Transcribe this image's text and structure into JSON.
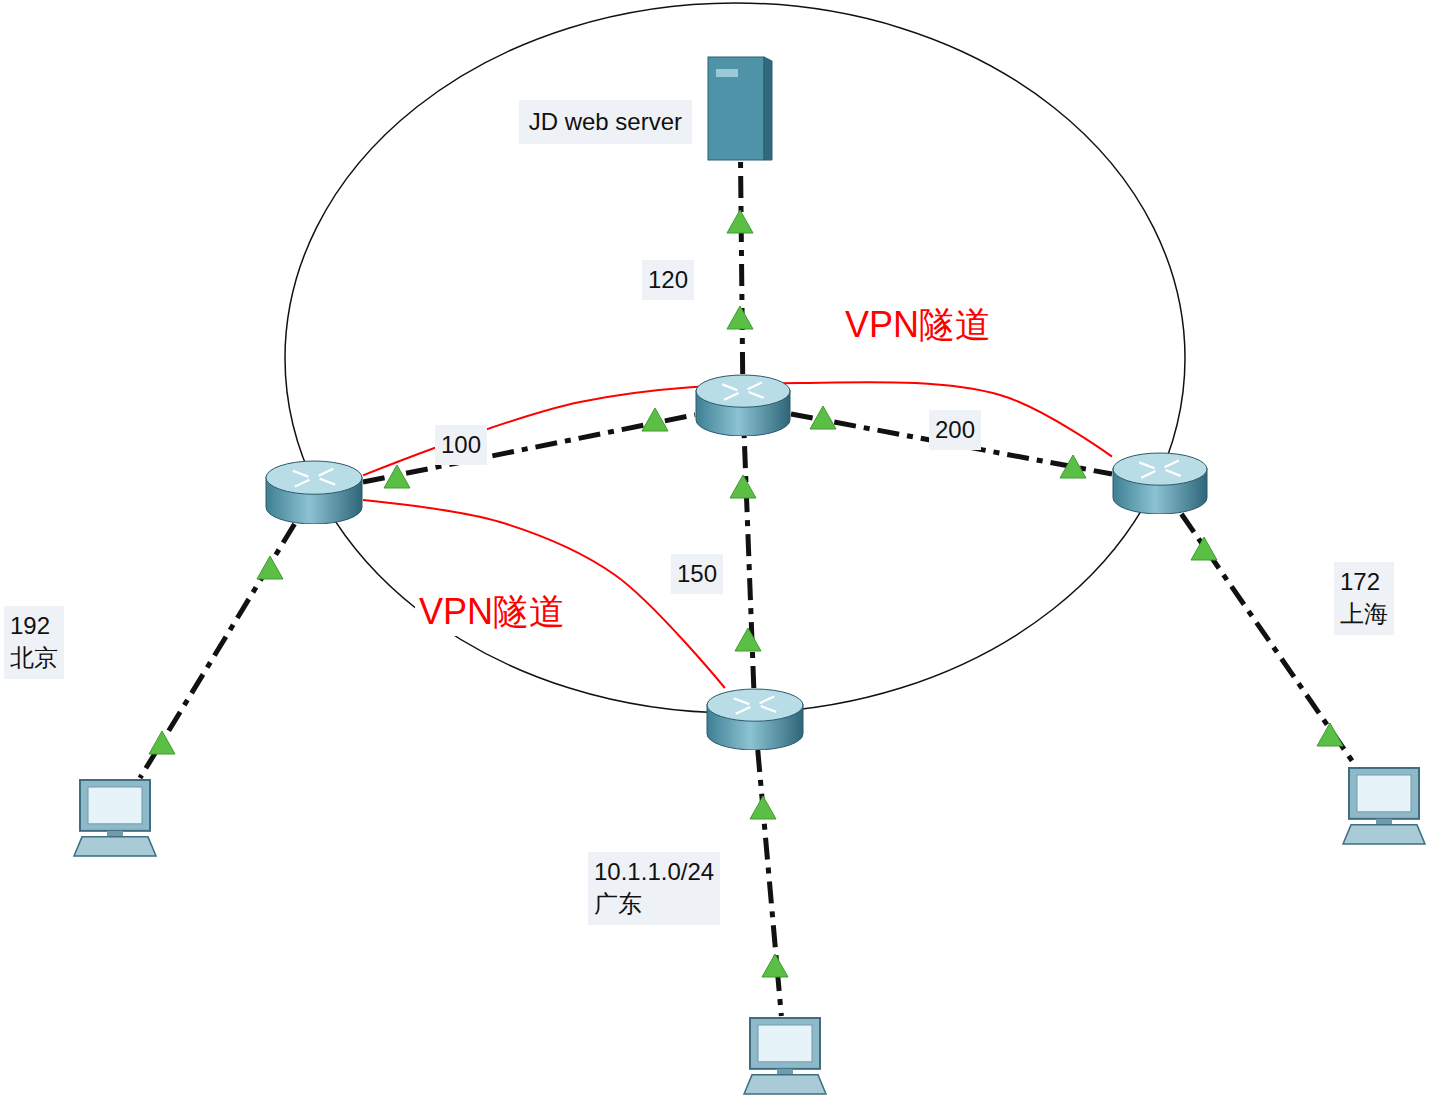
{
  "diagram": {
    "nodes": [
      {
        "text": [
          "JD web server"
        ]
      },
      {
        "text": []
      },
      {
        "text": []
      },
      {
        "text": []
      },
      {
        "text": []
      },
      {
        "text": []
      },
      {
        "text": []
      },
      {
        "text": []
      }
    ],
    "edges": [
      {
        "from": 1,
        "to": 0,
        "arrow": "none",
        "label": "120"
      },
      {
        "from": 2,
        "to": 1,
        "arrow": "none",
        "label": "100"
      },
      {
        "from": 1,
        "to": 3,
        "arrow": "none",
        "label": "200"
      },
      {
        "from": 4,
        "to": 1,
        "arrow": "none",
        "label": "150"
      },
      {
        "from": 2,
        "to": 5,
        "arrow": "none",
        "label": "192 北京"
      },
      {
        "from": 3,
        "to": 6,
        "arrow": "none",
        "label": "172 上海"
      },
      {
        "from": 4,
        "to": 7,
        "arrow": "none",
        "label": "10.1.1.0/24 广东"
      },
      {
        "from": 2,
        "to": 3,
        "arrow": "none",
        "label": "VPN隧道"
      },
      {
        "from": 2,
        "to": 4,
        "arrow": "none",
        "label": "VPN隧道"
      }
    ]
  }
}
